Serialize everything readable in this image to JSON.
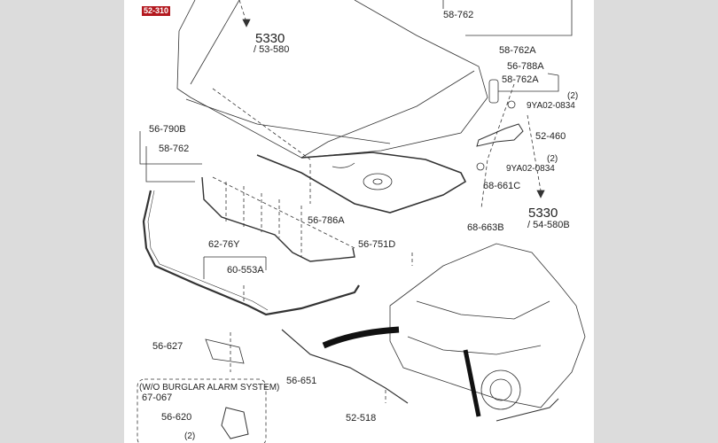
{
  "diagram": {
    "main_part": "52-310",
    "labels": {
      "ref_top": "5330",
      "ref_top_sub": "/ 53-580",
      "p58762_top": "58-762",
      "p58762A_top": "58-762A",
      "p56788A": "56-788A",
      "p58762A": "58-762A",
      "qty1": "(2)",
      "p9YA_1": "9YA02-0834",
      "p52460": "52-460",
      "qty2": "(2)",
      "p9YA_2": "9YA02-0834",
      "p68661C": "68-661C",
      "ref_right": "5330",
      "ref_right_sub": "/ 54-580B",
      "p68663B": "68-663B",
      "p56790B": "56-790B",
      "p58762_left": "58-762",
      "p56786A": "56-786A",
      "p56751D": "56-751D",
      "p6276Y": "62-76Y",
      "p60553A": "60-553A",
      "p56627": "56-627",
      "note": "(W/O BURGLAR ALARM SYSTEM)",
      "p67067": "67-067",
      "p56620": "56-620",
      "qty3": "(2)",
      "p56651": "56-651",
      "p52518": "52-518"
    }
  }
}
